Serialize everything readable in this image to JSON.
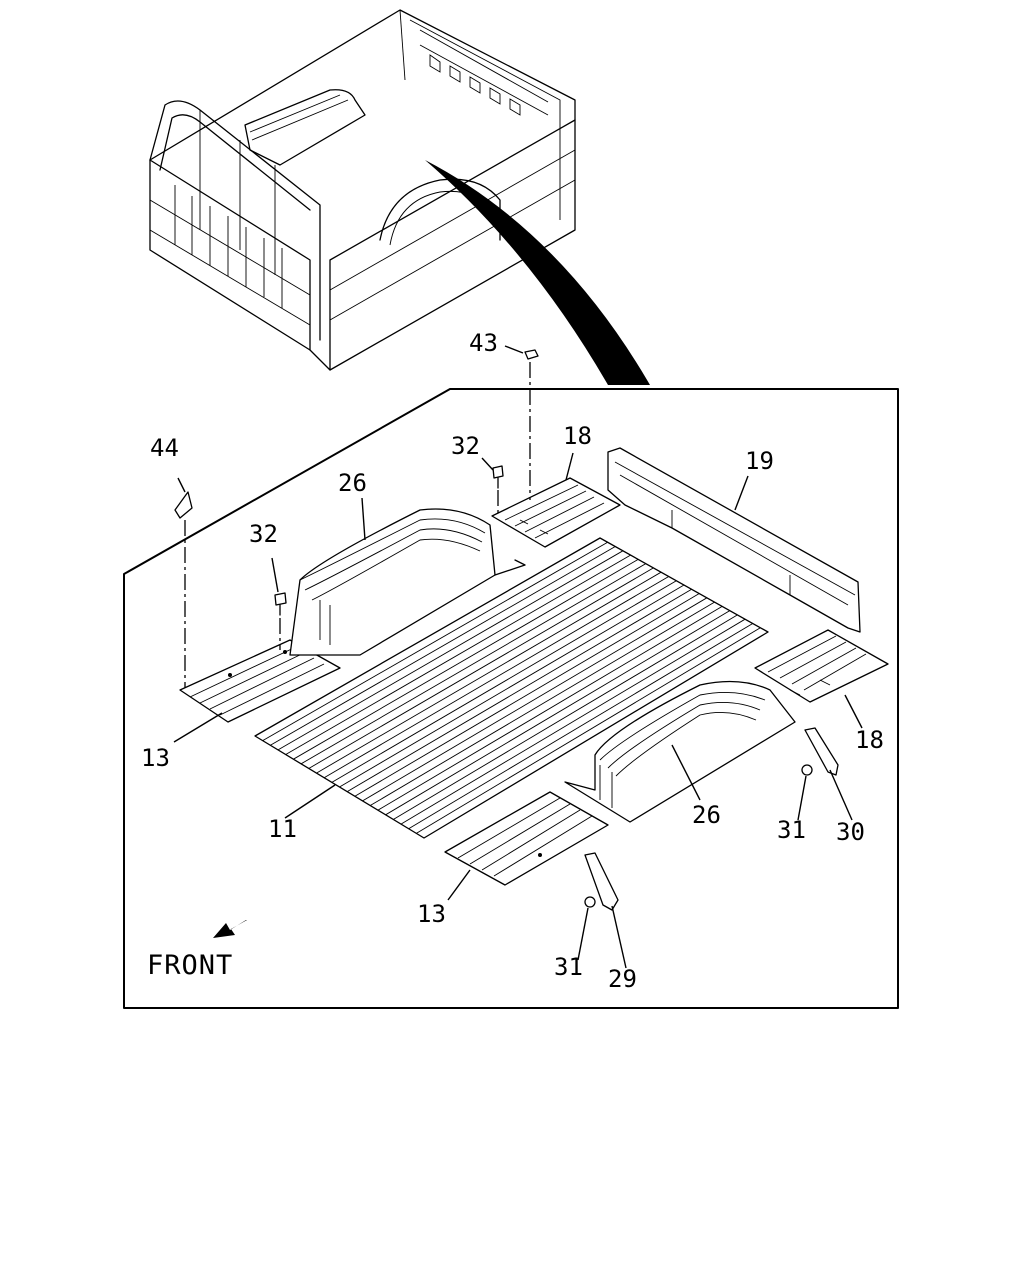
{
  "diagram": {
    "caption": "FRONT",
    "callouts": [
      {
        "id": "c43",
        "text": "43"
      },
      {
        "id": "c44",
        "text": "44"
      },
      {
        "id": "c32a",
        "text": "32"
      },
      {
        "id": "c32b",
        "text": "32"
      },
      {
        "id": "c18a",
        "text": "18"
      },
      {
        "id": "c18b",
        "text": "18"
      },
      {
        "id": "c19",
        "text": "19"
      },
      {
        "id": "c26a",
        "text": "26"
      },
      {
        "id": "c26b",
        "text": "26"
      },
      {
        "id": "c13a",
        "text": "13"
      },
      {
        "id": "c13b",
        "text": "13"
      },
      {
        "id": "c11",
        "text": "11"
      },
      {
        "id": "c31a",
        "text": "31"
      },
      {
        "id": "c31b",
        "text": "31"
      },
      {
        "id": "c30",
        "text": "30"
      },
      {
        "id": "c29",
        "text": "29"
      }
    ]
  }
}
